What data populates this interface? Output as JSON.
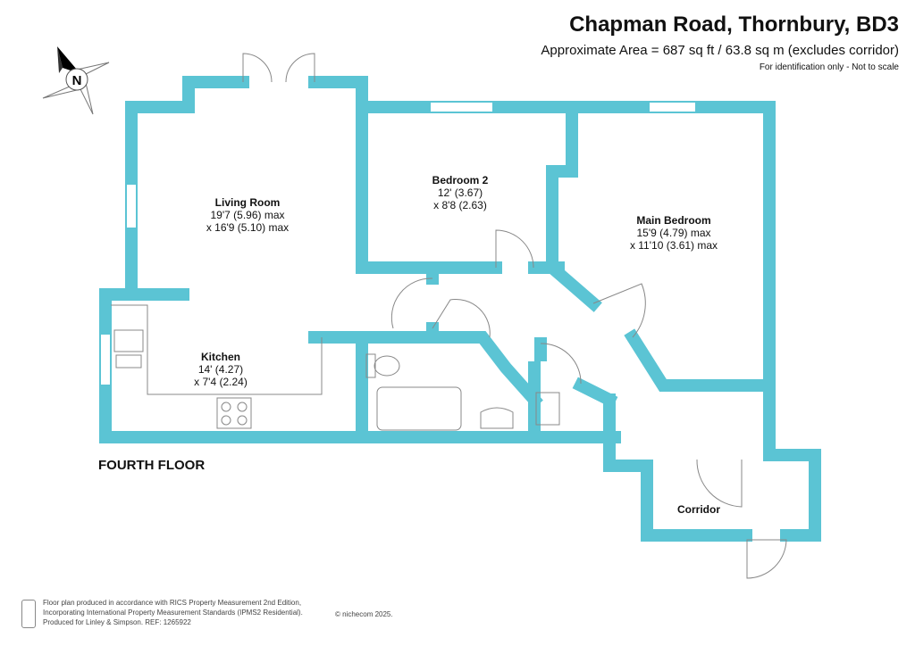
{
  "header": {
    "title": "Chapman Road, Thornbury, BD3",
    "area": "Approximate Area = 687 sq ft / 63.8 sq m (excludes corridor)",
    "note": "For identification only - Not to scale"
  },
  "compass": {
    "letter": "N"
  },
  "rooms": {
    "living": {
      "name": "Living Room",
      "dim1": "19'7 (5.96) max",
      "dim2": "x 16'9 (5.10) max"
    },
    "bedroom2": {
      "name": "Bedroom 2",
      "dim1": "12' (3.67)",
      "dim2": "x 8'8 (2.63)"
    },
    "main_bedroom": {
      "name": "Main Bedroom",
      "dim1": "15'9 (4.79) max",
      "dim2": "x 11'10 (3.61) max"
    },
    "kitchen": {
      "name": "Kitchen",
      "dim1": "14' (4.27)",
      "dim2": "x 7'4 (2.24)"
    },
    "corridor": {
      "name": "Corridor"
    }
  },
  "floor_label": "FOURTH FLOOR",
  "footer": {
    "line1": "Floor plan produced in accordance with RICS Property Measurement 2nd Edition,",
    "line2": "Incorporating International Property Measurement Standards (IPMS2 Residential).",
    "line3": "Produced for Linley & Simpson.   REF: 1265922",
    "copyright": "© nichecom 2025."
  },
  "colors": {
    "wall": "#5bc4d4",
    "fixture": "#888888"
  }
}
